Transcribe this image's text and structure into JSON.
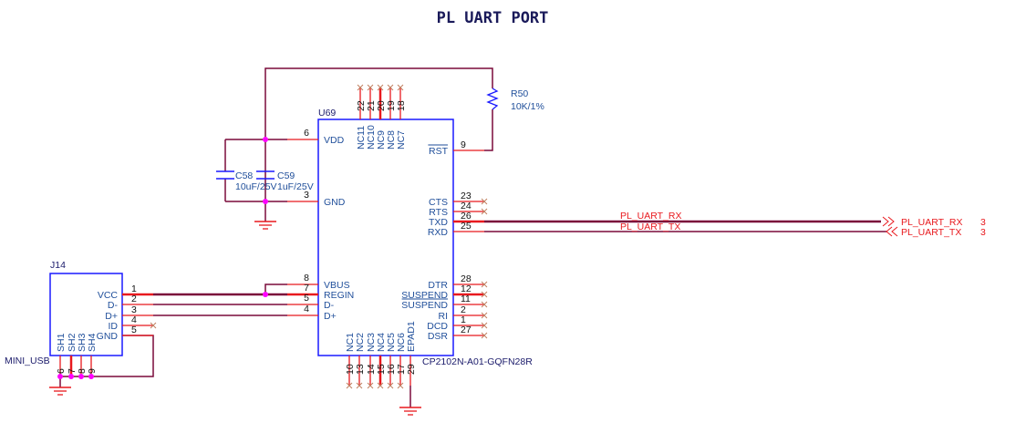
{
  "title": "PL UART PORT",
  "u69": {
    "ref": "U69",
    "part": "CP2102N-A01-GQFN28R",
    "left_pins": [
      {
        "name": "VDD",
        "num": "6"
      },
      {
        "name": "GND",
        "num": "3"
      },
      {
        "name": "VBUS",
        "num": "8"
      },
      {
        "name": "REGIN",
        "num": "7"
      },
      {
        "name": "D-",
        "num": "5"
      },
      {
        "name": "D+",
        "num": "4"
      }
    ],
    "right_pins": [
      {
        "name": "RST",
        "num": "9",
        "overbar": true
      },
      {
        "name": "CTS",
        "num": "23"
      },
      {
        "name": "RTS",
        "num": "24"
      },
      {
        "name": "TXD",
        "num": "26"
      },
      {
        "name": "RXD",
        "num": "25"
      },
      {
        "name": "DTR",
        "num": "28"
      },
      {
        "name": "SUSPEND",
        "num": "12"
      },
      {
        "name": "SUSPEND",
        "num": "11",
        "overbar": true
      },
      {
        "name": "RI",
        "num": "2"
      },
      {
        "name": "DCD",
        "num": "1"
      },
      {
        "name": "DSR",
        "num": "27"
      }
    ],
    "top_pins": [
      {
        "name": "NC11",
        "num": "22"
      },
      {
        "name": "NC10",
        "num": "21"
      },
      {
        "name": "NC9",
        "num": "20"
      },
      {
        "name": "NC8",
        "num": "19"
      },
      {
        "name": "NC7",
        "num": "18"
      }
    ],
    "bottom_pins": [
      {
        "name": "NC1",
        "num": "10"
      },
      {
        "name": "NC2",
        "num": "13"
      },
      {
        "name": "NC3",
        "num": "14"
      },
      {
        "name": "NC4",
        "num": "15"
      },
      {
        "name": "NC5",
        "num": "16"
      },
      {
        "name": "NC6",
        "num": "17"
      },
      {
        "name": "EPAD1",
        "num": "29"
      }
    ]
  },
  "j14": {
    "ref": "J14",
    "part": "MINI_USB",
    "right_pins": [
      {
        "name": "VCC",
        "num": "1"
      },
      {
        "name": "D-",
        "num": "2"
      },
      {
        "name": "D+",
        "num": "3"
      },
      {
        "name": "ID",
        "num": "4"
      },
      {
        "name": "GND",
        "num": "5"
      }
    ],
    "bottom_pins": [
      {
        "name": "SH1",
        "num": "6"
      },
      {
        "name": "SH2",
        "num": "7"
      },
      {
        "name": "SH3",
        "num": "8"
      },
      {
        "name": "SH4",
        "num": "9"
      }
    ]
  },
  "r50": {
    "ref": "R50",
    "value": "10K/1%"
  },
  "c58": {
    "ref": "C58",
    "value": "10uF/25V"
  },
  "c59": {
    "ref": "C59",
    "value": "1uF/25V"
  },
  "nets": [
    {
      "name": "PL_UART_RX",
      "port": "PL_UART_RX",
      "sheet": "3"
    },
    {
      "name": "PL_UART_TX",
      "port": "PL_UART_TX",
      "sheet": "3"
    }
  ],
  "colors": {
    "wire": "#7a0a3a",
    "pin": "#e8191e",
    "body": "#1a1aff",
    "junction": "#ff00ff",
    "text": "#1f4e9a"
  }
}
